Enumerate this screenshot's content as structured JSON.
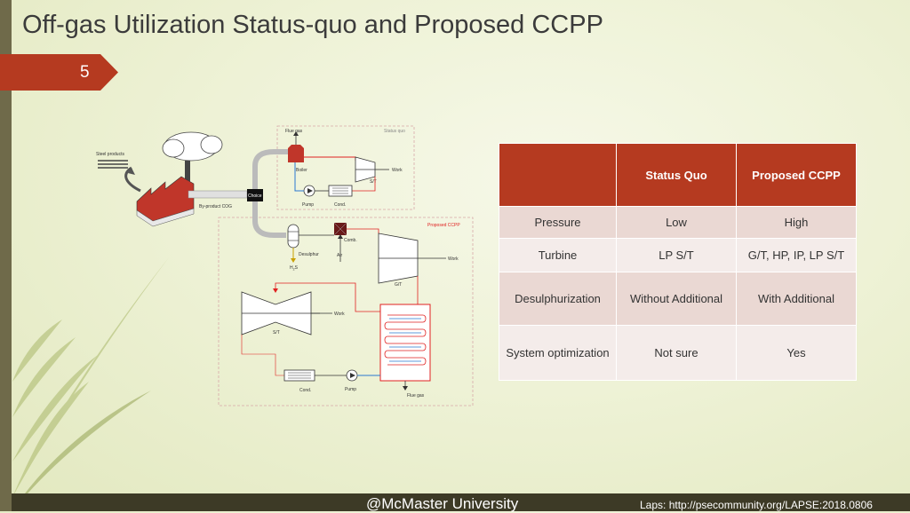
{
  "slide": {
    "title": "Off-gas Utilization Status-quo and Proposed CCPP",
    "number": "5"
  },
  "diagram": {
    "labels": {
      "flue_gas_top": "Flue gas",
      "status_quo": "Status quo",
      "steel_products": "Steel products",
      "boiler": "Boiler",
      "work_top": "Work",
      "st_top": "S/T",
      "choice": "Choice",
      "by_product_cog": "By-product COG",
      "pump_top": "Pump",
      "cond_top": "Cond.",
      "proposed_ccpp": "Proposed CCPP",
      "comb": "Comb.",
      "desulphur": "Desulphur",
      "air": "Air",
      "work_gt": "Work",
      "h2s_main": "H",
      "h2s_sub": "2",
      "h2s_end": "S",
      "gt": "G/T",
      "work_st": "Work",
      "st_bottom": "S/T",
      "cond_bottom": "Cond.",
      "pump_bottom": "Pump",
      "flue_gas_bottom": "Flue gas"
    }
  },
  "table": {
    "headers": [
      "",
      "Status Quo",
      "Proposed CCPP"
    ],
    "rows": [
      [
        "Pressure",
        "Low",
        "High"
      ],
      [
        "Turbine",
        "LP S/T",
        "G/T, HP, IP, LP S/T"
      ],
      [
        "Desulphurization",
        "Without Additional",
        "With Additional"
      ],
      [
        "System optimization",
        "Not sure",
        "Yes"
      ]
    ]
  },
  "footer": {
    "center": "@McMaster University",
    "right": "Laps: http://psecommunity.org/LAPSE:2018.0806"
  },
  "colors": {
    "accent": "#b53a20",
    "left_bar": "#6f6a4a",
    "flow_red": "#e02020",
    "flow_blue": "#2a78d0"
  }
}
